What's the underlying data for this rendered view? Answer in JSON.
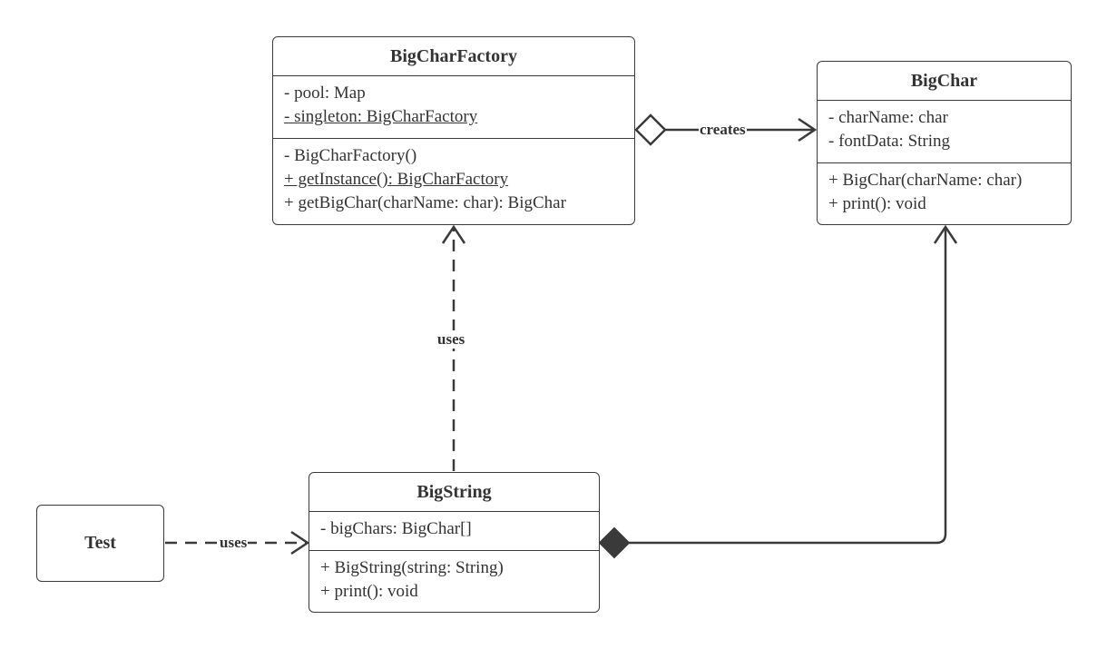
{
  "classes": {
    "factory": {
      "name": "BigCharFactory",
      "attributes": [
        "- pool: Map",
        "- singleton: BigCharFactory"
      ],
      "methods": [
        "- BigCharFactory()",
        "+ getInstance(): BigCharFactory",
        "+ getBigChar(charName: char): BigChar"
      ]
    },
    "bigchar": {
      "name": "BigChar",
      "attributes": [
        "- charName: char",
        "- fontData: String"
      ],
      "methods": [
        "+ BigChar(charName: char)",
        "+ print(): void"
      ]
    },
    "bigstring": {
      "name": "BigString",
      "attributes": [
        "- bigChars: BigChar[]"
      ],
      "methods": [
        "+ BigString(string: String)",
        "+ print(): void"
      ]
    },
    "test": {
      "name": "Test"
    }
  },
  "relations": {
    "factory_creates_bigchar": "creates",
    "bigstring_uses_factory": "uses",
    "test_uses_bigstring": "uses"
  },
  "colors": {
    "line": "#3a3a3a",
    "text": "#333333"
  }
}
